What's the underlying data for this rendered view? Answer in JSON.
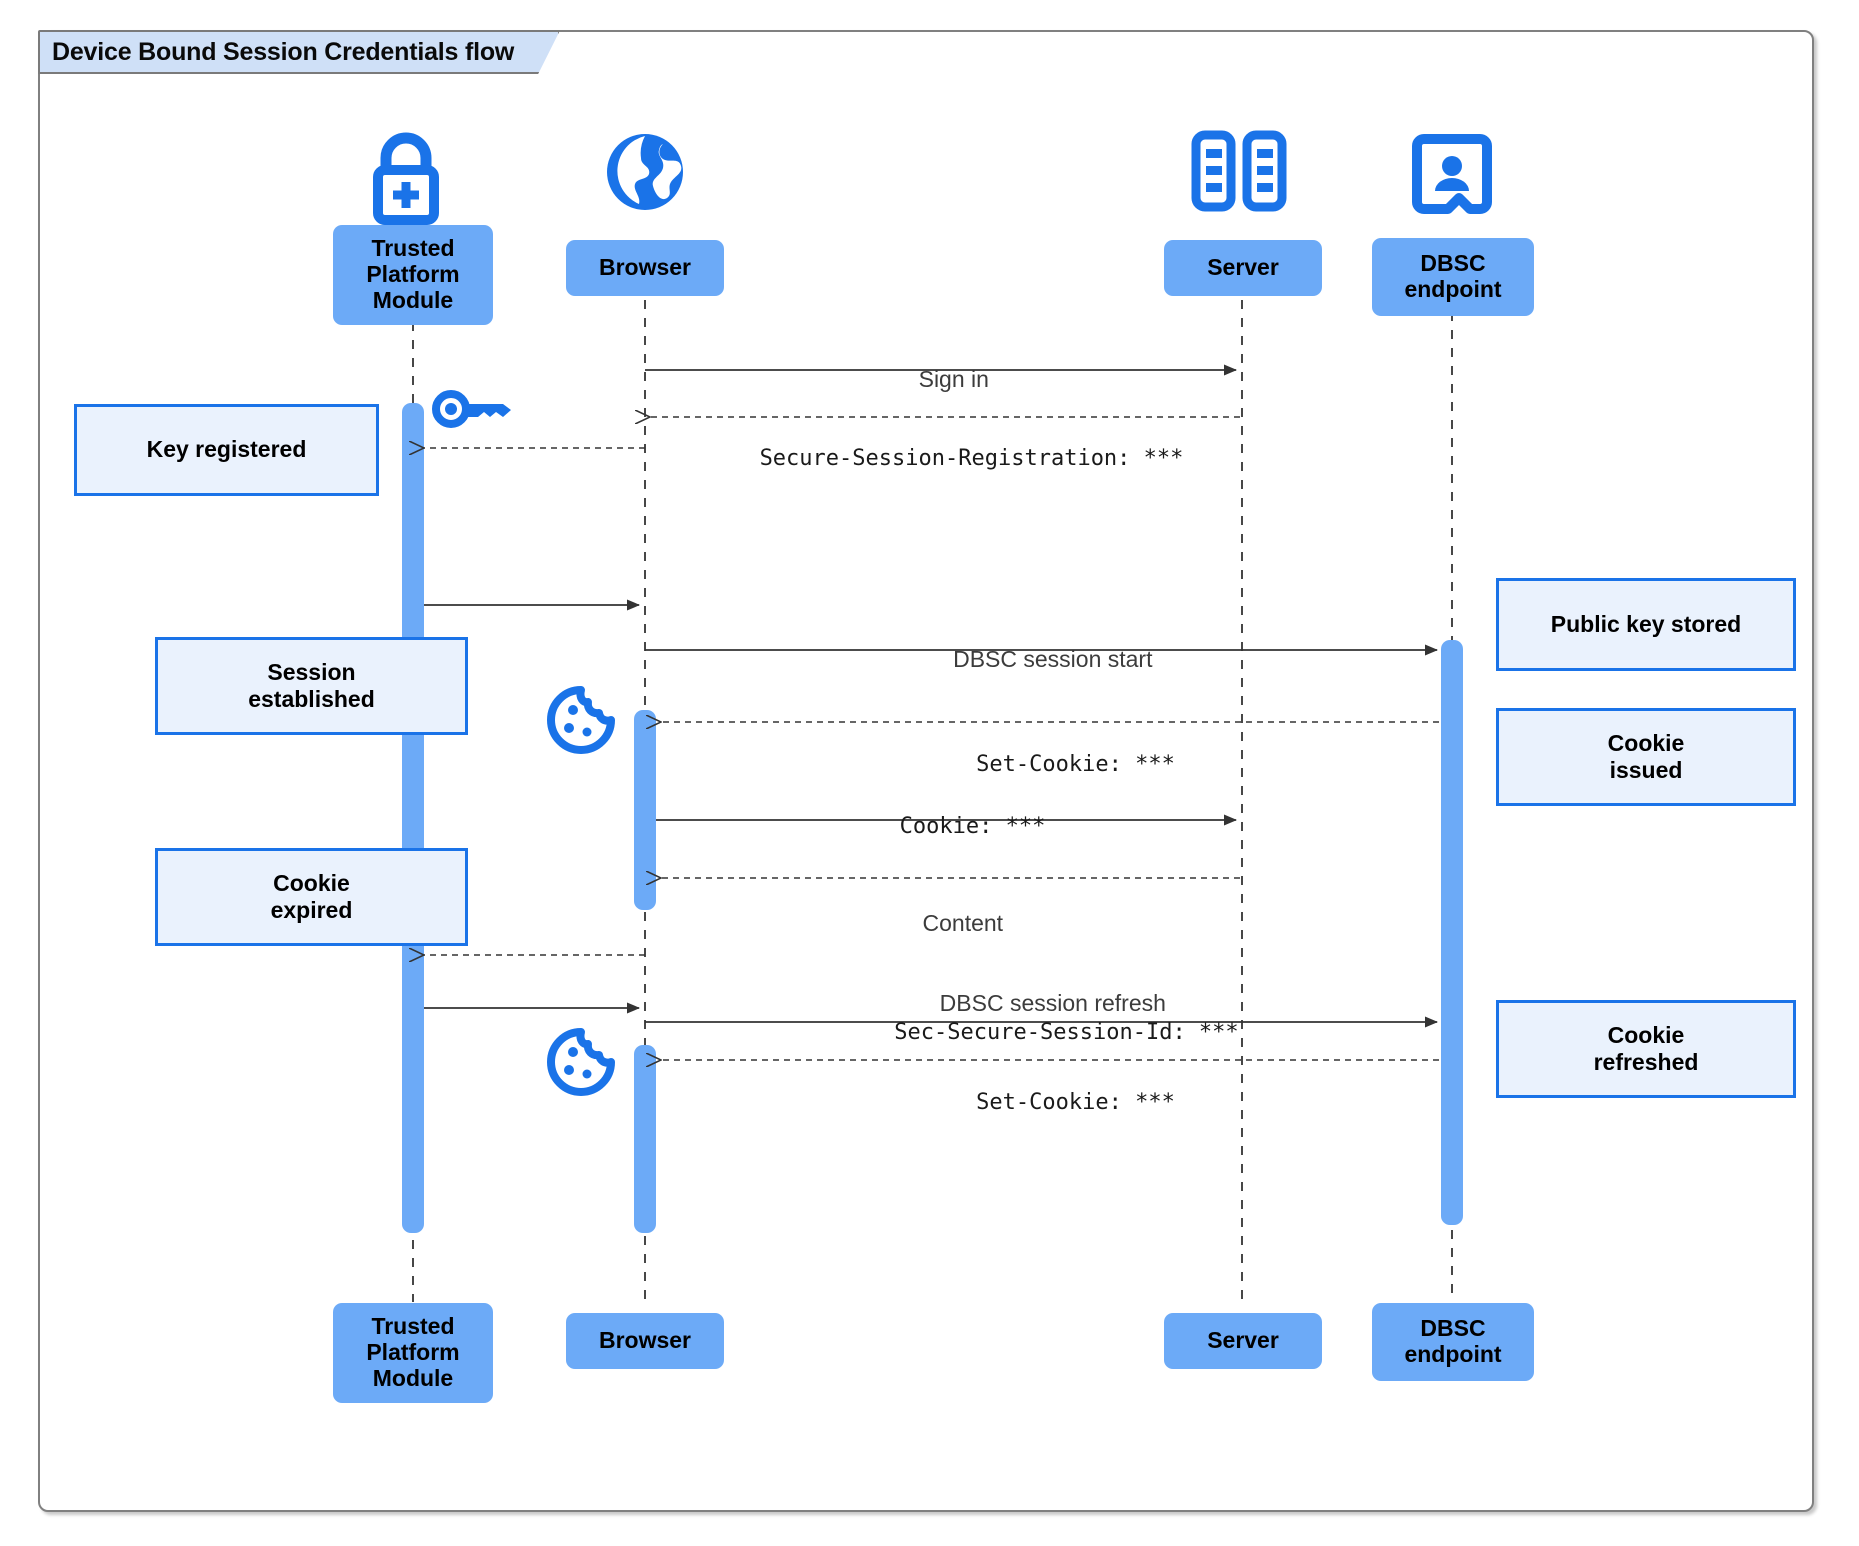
{
  "frame": {
    "title": "Device Bound Session Credentials flow",
    "border_color": "#808080",
    "tab_fill": "#cfe0f7"
  },
  "colors": {
    "participant_fill": "#6caaf7",
    "note_fill": "#eaf2fd",
    "note_border": "#1a73e8",
    "activation_fill": "#6caaf7",
    "icon_blue": "#1a73e8",
    "lifeline": "#333333",
    "message_text": "#3c3c3c"
  },
  "participants": [
    {
      "id": "tpm",
      "label": "Trusted\nPlatform\nModule",
      "icon": "lock-plus-icon"
    },
    {
      "id": "browser",
      "label": "Browser",
      "icon": "globe-icon"
    },
    {
      "id": "server",
      "label": "Server",
      "icon": "server-rack-icon"
    },
    {
      "id": "dbsc",
      "label": "DBSC\nendpoint",
      "icon": "id-badge-icon"
    }
  ],
  "participants_bottom": [
    {
      "id": "tpm",
      "label": "Trusted\nPlatform\nModule"
    },
    {
      "id": "browser",
      "label": "Browser"
    },
    {
      "id": "server",
      "label": "Server"
    },
    {
      "id": "dbsc",
      "label": "DBSC\nendpoint"
    }
  ],
  "messages": [
    {
      "id": "m1",
      "text": "Sign in",
      "style": "proportional",
      "from": "browser",
      "to": "server",
      "line": "solid",
      "direction": "right"
    },
    {
      "id": "m2",
      "text": "Secure-Session-Registration: ***",
      "style": "monospace",
      "from": "server",
      "to": "browser",
      "line": "dashed",
      "direction": "left"
    },
    {
      "id": "m3",
      "text": "",
      "style": "proportional",
      "from": "tpm",
      "to": "browser",
      "line": "solid",
      "direction": "right"
    },
    {
      "id": "m4",
      "text": "DBSC session start",
      "style": "proportional",
      "from": "browser",
      "to": "dbsc",
      "line": "solid",
      "direction": "right"
    },
    {
      "id": "m5",
      "text": "Set-Cookie: ***",
      "style": "monospace",
      "from": "dbsc",
      "to": "browser",
      "line": "dashed",
      "direction": "left"
    },
    {
      "id": "m6",
      "text": "Cookie: ***",
      "style": "monospace",
      "from": "browser",
      "to": "server",
      "line": "solid",
      "direction": "right"
    },
    {
      "id": "m7",
      "text": "Content",
      "style": "proportional",
      "from": "server",
      "to": "browser",
      "line": "dashed",
      "direction": "left"
    },
    {
      "id": "m8",
      "text": "",
      "style": "proportional",
      "from": "browser",
      "to": "tpm",
      "line": "dashed",
      "direction": "left"
    },
    {
      "id": "m9",
      "text": "DBSC session refresh",
      "style": "proportional",
      "from": "browser",
      "to": "dbsc",
      "line": "solid",
      "direction": "right"
    },
    {
      "id": "m9b",
      "text": "Sec-Secure-Session-Id: ***",
      "style": "monospace",
      "from": "browser",
      "to": "dbsc",
      "line": "solid",
      "direction": "right"
    },
    {
      "id": "m10",
      "text": "",
      "style": "proportional",
      "from": "tpm",
      "to": "browser",
      "line": "solid",
      "direction": "right"
    },
    {
      "id": "m11",
      "text": "Set-Cookie: ***",
      "style": "monospace",
      "from": "dbsc",
      "to": "browser",
      "line": "dashed",
      "direction": "left"
    }
  ],
  "notes": [
    {
      "id": "n1",
      "label": "Key registered",
      "side": "left"
    },
    {
      "id": "n2",
      "label": "Session\nestablished",
      "side": "left"
    },
    {
      "id": "n3",
      "label": "Cookie\nexpired",
      "side": "left"
    },
    {
      "id": "n4",
      "label": "Public key stored",
      "side": "right"
    },
    {
      "id": "n5",
      "label": "Cookie\nissued",
      "side": "right"
    },
    {
      "id": "n6",
      "label": "Cookie\nrefreshed",
      "side": "right"
    }
  ],
  "inline_icons": [
    {
      "id": "key",
      "name": "key-icon",
      "near": "tpm"
    },
    {
      "id": "cookie1",
      "name": "cookie-icon",
      "near": "browser"
    },
    {
      "id": "cookie2",
      "name": "cookie-icon",
      "near": "browser"
    }
  ]
}
